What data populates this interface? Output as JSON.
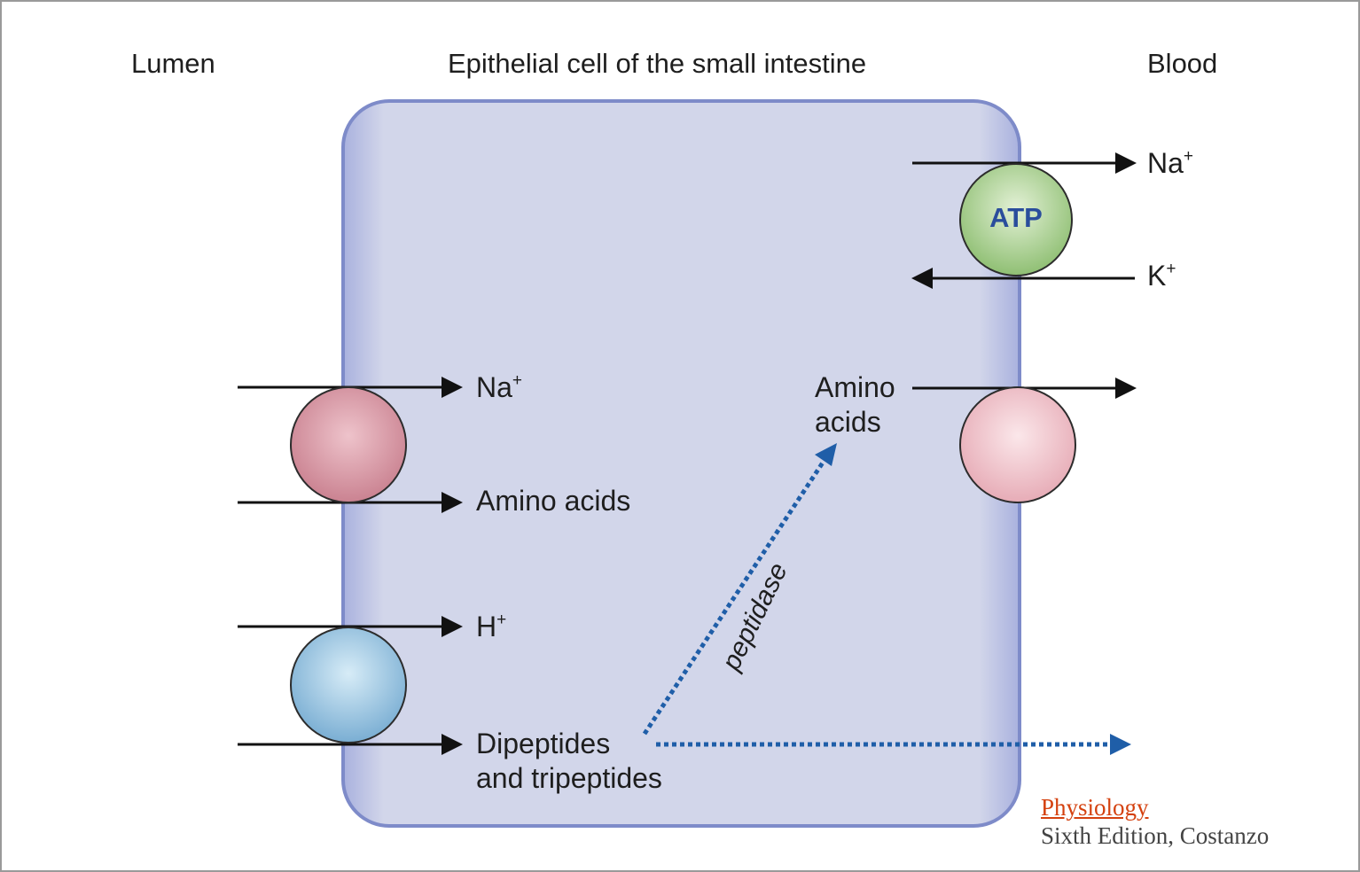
{
  "regions": {
    "lumen": "Lumen",
    "cell": "Epithelial cell of the small intestine",
    "blood": "Blood"
  },
  "basolateral_pump": {
    "atp": "ATP",
    "na_out": {
      "base": "Na",
      "charge": "+"
    },
    "k_in": {
      "base": "K",
      "charge": "+"
    }
  },
  "apical_na_cotransporter": {
    "na": {
      "base": "Na",
      "charge": "+"
    },
    "amino_acids": "Amino acids"
  },
  "apical_h_cotransporter": {
    "h": {
      "base": "H",
      "charge": "+"
    },
    "peptides_line1": "Dipeptides",
    "peptides_line2": "and tripeptides"
  },
  "intracellular": {
    "amino_line1": "Amino",
    "amino_line2": "acids",
    "enzyme": "peptidase"
  },
  "credit": {
    "title": "Physiology",
    "subtitle": "Sixth Edition, Costanzo"
  },
  "colors": {
    "cell_fill": "#d2d6ea",
    "cell_border": "#7e8bc9",
    "pump_green": "#a7cc8f",
    "transporter_pink": "#d99aa6",
    "transporter_light_pink": "#f2c9d0",
    "transporter_blue": "#93c0de",
    "dotted_arrow": "#1f5ea8",
    "atp_text": "#2a4d9c",
    "credit_link": "#d4410f"
  }
}
